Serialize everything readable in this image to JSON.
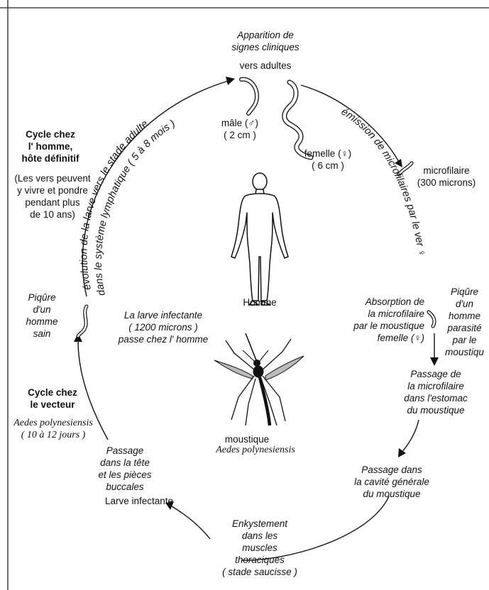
{
  "colors": {
    "ink": "#111111",
    "background": "#ffffff"
  },
  "icons": [
    "male-worm-icon",
    "female-worm-icon",
    "microfilaria-icon",
    "larva-icon",
    "human-figure-icon",
    "mosquito-icon",
    "arrowhead-icon"
  ],
  "labels": {
    "apparition": "Apparition de\nsignes cliniques",
    "vers_adultes": "vers adultes",
    "male": "mâle (♂)\n( 2 cm )",
    "femelle": "femelle (♀)\n( 6 cm )",
    "microfilaire": "microfilaire\n(300 microns)",
    "cycle_homme_title": "Cycle chez\nl' homme,\nhôte définitif",
    "cycle_homme_desc": "(Les vers peuvent\ny vivre et pondre\npendant plus\nde 10 ans)",
    "evolution_curve_1": "évolution de la larve vers le stade adulte",
    "evolution_curve_2": "dans le système lymphatique ( 5 à 8 mois )",
    "emission_curve": "émission de microfilaires par le ver ♀",
    "homme": "Homme",
    "piqure_sain": "Piqûre\nd'un\nhomme\nsain",
    "larve_infectante_passe": "La larve infectante\n( 1200 microns )\npasse chez l' homme",
    "absorption": "Absorption de\nla microfilaire\npar le moustique\nfemelle (♀)",
    "piqure_parasite": "Piqûre\nd'un\nhomme\nparasité\npar le\nmoustiqu",
    "cycle_vecteur_title": "Cycle chez\nle vecteur",
    "aedes_duree": "Aedes polynesiensis\n( 10 à 12 jours )",
    "passage_estomac": "Passage de\nla microfilaire\ndans l'estomac\ndu moustique",
    "moustique": "moustique",
    "moustique_species": "Aedes polynesiensis",
    "passage_tete": "Passage\ndans la tête\net les pièces\nbuccales",
    "larve_infectante": "Larve infectante",
    "passage_cavite": "Passage dans\nla cavité générale\ndu moustique",
    "enkystement": "Enkystement\ndans les\nmuscles\nthoraciques\n( stade saucisse )"
  }
}
